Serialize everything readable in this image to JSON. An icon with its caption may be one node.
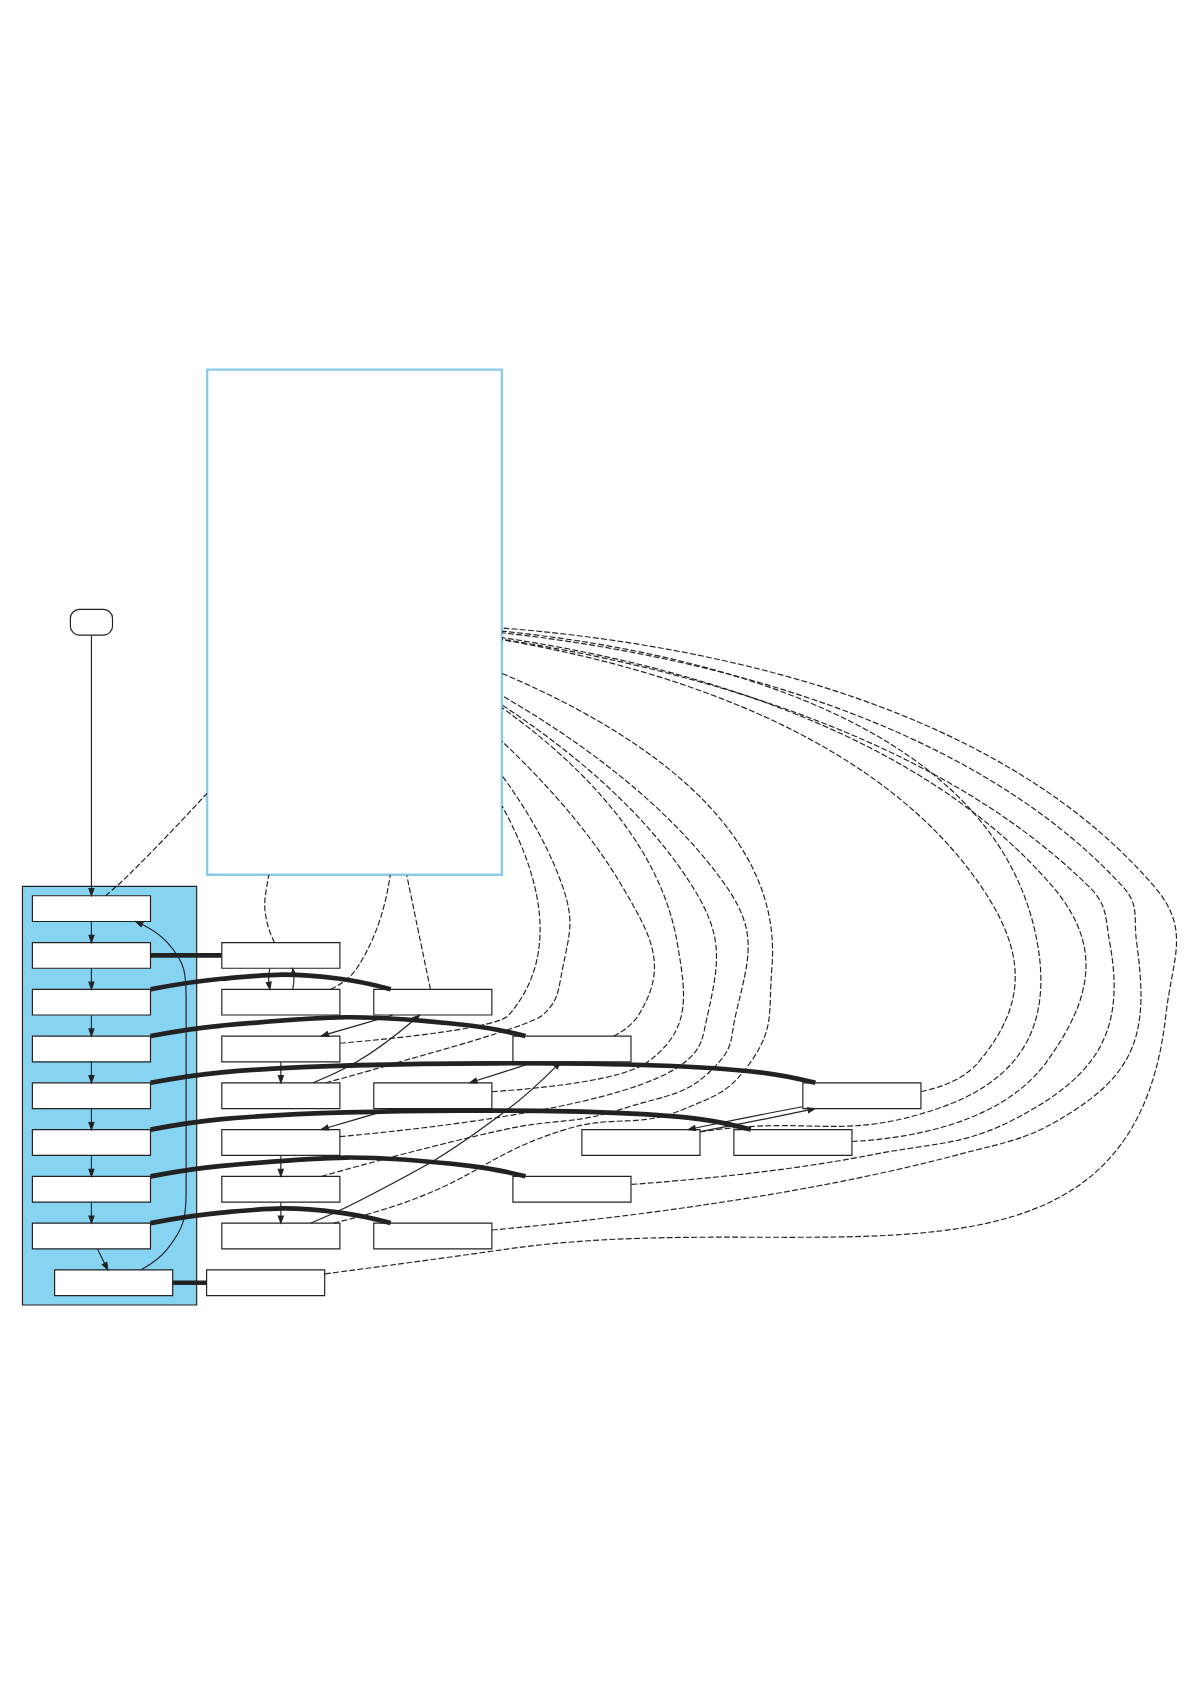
{
  "diagram": {
    "nodes": [
      {
        "text": [],
        "shape": "box"
      },
      {
        "text": [],
        "shape": "box"
      },
      {
        "text": [],
        "shape": "box",
        "in": 1
      },
      {
        "text": [],
        "shape": "box",
        "in": 1
      },
      {
        "text": [],
        "shape": "box",
        "in": 1
      },
      {
        "text": [],
        "shape": "box",
        "in": 1
      },
      {
        "text": [],
        "shape": "box",
        "in": 1
      },
      {
        "text": [],
        "shape": "box",
        "in": 1
      },
      {
        "text": [],
        "shape": "box",
        "in": 1
      },
      {
        "text": [],
        "shape": "box",
        "in": 1
      },
      {
        "text": [],
        "shape": "box",
        "in": 1
      },
      {
        "text": [],
        "shape": "box"
      },
      {
        "text": [],
        "shape": "box"
      },
      {
        "text": [],
        "shape": "box"
      },
      {
        "text": [],
        "shape": "box"
      },
      {
        "text": [],
        "shape": "box"
      },
      {
        "text": [],
        "shape": "box"
      },
      {
        "text": [],
        "shape": "box"
      },
      {
        "text": [],
        "shape": "box"
      },
      {
        "text": [],
        "shape": "box"
      },
      {
        "text": [],
        "shape": "box"
      },
      {
        "text": [],
        "shape": "box"
      },
      {
        "text": [],
        "shape": "box"
      },
      {
        "text": [],
        "shape": "box"
      },
      {
        "text": [],
        "shape": "box"
      },
      {
        "text": [],
        "shape": "box"
      },
      {
        "text": [],
        "shape": "box"
      },
      {
        "text": [],
        "shape": "box"
      }
    ],
    "edges": [
      {
        "from": 0,
        "to": 2,
        "arrow": "to"
      },
      {
        "from": 2,
        "to": 3,
        "arrow": "to"
      },
      {
        "from": 3,
        "to": 4,
        "arrow": "to"
      },
      {
        "from": 4,
        "to": 5,
        "arrow": "to"
      },
      {
        "from": 5,
        "to": 6,
        "arrow": "to"
      },
      {
        "from": 6,
        "to": 7,
        "arrow": "to"
      },
      {
        "from": 7,
        "to": 8,
        "arrow": "to"
      },
      {
        "from": 8,
        "to": 9,
        "arrow": "to"
      },
      {
        "from": 9,
        "to": 10,
        "arrow": "to"
      },
      {
        "from": 10,
        "to": 2,
        "arrow": "to"
      },
      {
        "from": 3,
        "to": 11,
        "arrow": "none",
        "style": "thick"
      },
      {
        "from": 11,
        "to": 12,
        "arrow": "to"
      },
      {
        "from": 12,
        "to": 11,
        "arrow": "to"
      },
      {
        "from": 4,
        "to": 13,
        "arrow": "none",
        "style": "thick"
      },
      {
        "from": 13,
        "to": 14,
        "arrow": "to"
      },
      {
        "from": 14,
        "to": 15,
        "arrow": "to"
      },
      {
        "from": 15,
        "to": 13,
        "arrow": "to"
      },
      {
        "from": 5,
        "to": 16,
        "arrow": "none",
        "style": "thick"
      },
      {
        "from": 16,
        "to": 17,
        "arrow": "to"
      },
      {
        "from": 17,
        "to": 18,
        "arrow": "to"
      },
      {
        "from": 18,
        "to": 19,
        "arrow": "to"
      },
      {
        "from": 19,
        "to": 20,
        "arrow": "to"
      },
      {
        "from": 20,
        "to": 16,
        "arrow": "to"
      },
      {
        "from": 6,
        "to": 21,
        "arrow": "none",
        "style": "thick"
      },
      {
        "from": 21,
        "to": 22,
        "arrow": "to"
      },
      {
        "from": 22,
        "to": 21,
        "arrow": "to"
      },
      {
        "from": 7,
        "to": 23,
        "arrow": "none",
        "style": "thick"
      },
      {
        "from": 8,
        "to": 24,
        "arrow": "none",
        "style": "thick"
      },
      {
        "from": 9,
        "to": 25,
        "arrow": "none",
        "style": "thick"
      },
      {
        "from": 10,
        "to": 26,
        "arrow": "none",
        "style": "thick"
      },
      {
        "from": 2,
        "to": 27,
        "arrow": "none",
        "style": "dashed"
      },
      {
        "from": 11,
        "to": 27,
        "arrow": "none",
        "style": "dashed"
      },
      {
        "from": 12,
        "to": 27,
        "arrow": "none",
        "style": "dashed"
      },
      {
        "from": 13,
        "to": 27,
        "arrow": "none",
        "style": "dashed"
      },
      {
        "from": 14,
        "to": 27,
        "arrow": "none",
        "style": "dashed"
      },
      {
        "from": 15,
        "to": 27,
        "arrow": "none",
        "style": "dashed"
      },
      {
        "from": 16,
        "to": 27,
        "arrow": "none",
        "style": "dashed"
      },
      {
        "from": 17,
        "to": 27,
        "arrow": "none",
        "style": "dashed"
      },
      {
        "from": 18,
        "to": 27,
        "arrow": "none",
        "style": "dashed"
      },
      {
        "from": 19,
        "to": 27,
        "arrow": "none",
        "style": "dashed"
      },
      {
        "from": 20,
        "to": 27,
        "arrow": "none",
        "style": "dashed"
      },
      {
        "from": 21,
        "to": 27,
        "arrow": "none",
        "style": "dashed"
      },
      {
        "from": 22,
        "to": 27,
        "arrow": "none",
        "style": "dashed"
      },
      {
        "from": 23,
        "to": 27,
        "arrow": "none",
        "style": "dashed"
      },
      {
        "from": 24,
        "to": 27,
        "arrow": "none",
        "style": "dashed"
      },
      {
        "from": 25,
        "to": 27,
        "arrow": "none",
        "style": "dashed"
      },
      {
        "from": 26,
        "to": 27,
        "arrow": "none",
        "style": "dashed"
      }
    ]
  }
}
